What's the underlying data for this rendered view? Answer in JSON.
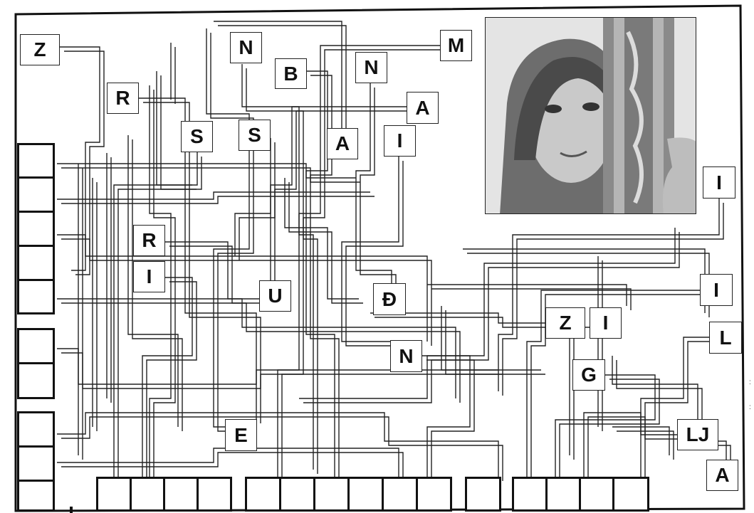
{
  "letters": [
    "Z",
    "N",
    "B",
    "M",
    "N",
    "R",
    "A",
    "S",
    "S",
    "A",
    "I",
    "I",
    "R",
    "I",
    "U",
    "Đ",
    "I",
    "Z",
    "I",
    "L",
    "N",
    "G",
    "E",
    "LJ",
    "A"
  ],
  "answer_groups": [
    {
      "group": "left-column",
      "cells": 10
    },
    {
      "group": "bottom-row-1",
      "cells": 4
    },
    {
      "group": "bottom-row-2",
      "cells": 6
    },
    {
      "group": "bottom-row-3",
      "cells": 1
    },
    {
      "group": "bottom-row-4",
      "cells": 4
    }
  ],
  "photo": {
    "subject": "girl-peeking-through-ornate-frame"
  }
}
